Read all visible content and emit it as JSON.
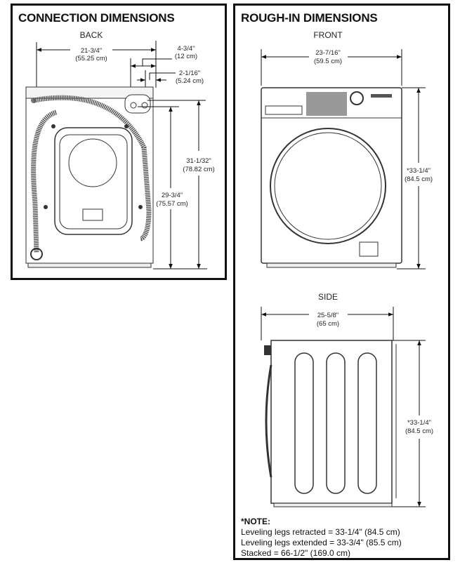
{
  "connection": {
    "title": "CONNECTION DIMENSIONS",
    "view": "BACK",
    "width": {
      "in": "21-3/4\"",
      "cm": "(55.25 cm)"
    },
    "offset1": {
      "in": "4-3/4\"",
      "cm": "(12 cm)"
    },
    "offset2": {
      "in": "2-1/16\"",
      "cm": "(5.24 cm)"
    },
    "height1": {
      "in": "31-1/32\"",
      "cm": "(78.82 cm)"
    },
    "height2": {
      "in": "29-3/4\"",
      "cm": "(75.57 cm)"
    }
  },
  "rough_in": {
    "title": "ROUGH-IN DIMENSIONS",
    "front": {
      "view": "FRONT",
      "width": {
        "in": "23-7/16\"",
        "cm": "(59.5 cm)"
      },
      "height": {
        "in": "*33-1/4\"",
        "cm": "(84.5 cm)"
      }
    },
    "side": {
      "view": "SIDE",
      "depth": {
        "in": "25-5/8\"",
        "cm": "(65 cm)"
      },
      "height": {
        "in": "*33-1/4\"",
        "cm": "(84.5 cm)"
      }
    },
    "note": {
      "heading": "*NOTE:",
      "lines": [
        "Leveling legs retracted = 33-1/4\" (84.5 cm)",
        "Leveling legs extended = 33-3/4\" (85.5 cm)",
        "Stacked = 66-1/2\" (169.0 cm)"
      ]
    }
  }
}
